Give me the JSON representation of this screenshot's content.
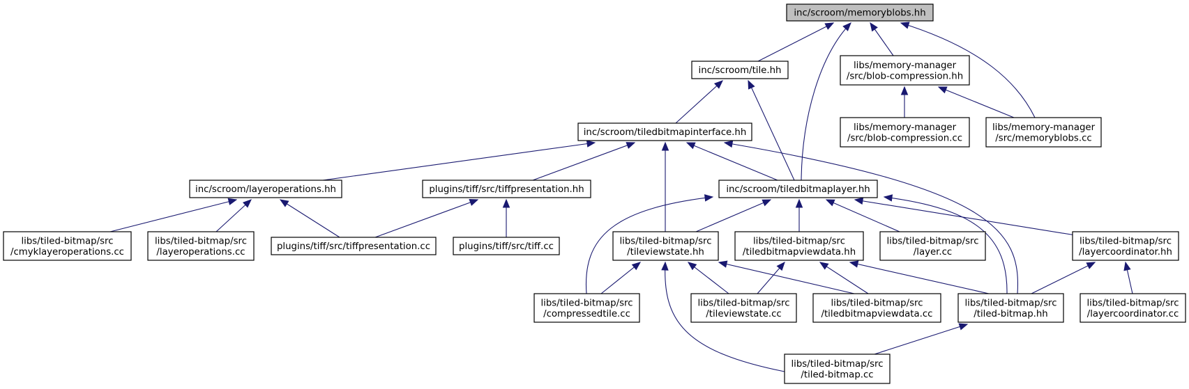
{
  "diagram": {
    "type": "include-dependency-graph",
    "colors": {
      "edge": "#191970",
      "root_fill": "#bfbfbf",
      "node_fill": "#ffffff",
      "node_border": "#000000"
    },
    "nodes": [
      {
        "id": "memoryblobs_hh",
        "lines": [
          "inc/scroom/memoryblobs.hh"
        ],
        "root": true
      },
      {
        "id": "tile_hh",
        "lines": [
          "inc/scroom/tile.hh"
        ]
      },
      {
        "id": "blobcomp_hh",
        "lines": [
          "libs/memory-manager",
          "/src/blob-compression.hh"
        ]
      },
      {
        "id": "blobcomp_cc",
        "lines": [
          "libs/memory-manager",
          "/src/blob-compression.cc"
        ]
      },
      {
        "id": "memoryblobs_cc",
        "lines": [
          "libs/memory-manager",
          "/src/memoryblobs.cc"
        ]
      },
      {
        "id": "tbi_hh",
        "lines": [
          "inc/scroom/tiledbitmapinterface.hh"
        ]
      },
      {
        "id": "layerops_hh",
        "lines": [
          "inc/scroom/layeroperations.hh"
        ]
      },
      {
        "id": "tiffpres_hh",
        "lines": [
          "plugins/tiff/src/tiffpresentation.hh"
        ]
      },
      {
        "id": "tbl_hh",
        "lines": [
          "inc/scroom/tiledbitmaplayer.hh"
        ]
      },
      {
        "id": "cmyk_cc",
        "lines": [
          "libs/tiled-bitmap/src",
          "/cmyklayeroperations.cc"
        ]
      },
      {
        "id": "layerops_cc",
        "lines": [
          "libs/tiled-bitmap/src",
          "/layeroperations.cc"
        ]
      },
      {
        "id": "tiffpres_cc",
        "lines": [
          "plugins/tiff/src/tiffpresentation.cc"
        ]
      },
      {
        "id": "tiff_cc",
        "lines": [
          "plugins/tiff/src/tiff.cc"
        ]
      },
      {
        "id": "tvs_hh",
        "lines": [
          "libs/tiled-bitmap/src",
          "/tileviewstate.hh"
        ]
      },
      {
        "id": "tbvd_hh",
        "lines": [
          "libs/tiled-bitmap/src",
          "/tiledbitmapviewdata.hh"
        ]
      },
      {
        "id": "layer_cc",
        "lines": [
          "libs/tiled-bitmap/src",
          "/layer.cc"
        ]
      },
      {
        "id": "lc_hh",
        "lines": [
          "libs/tiled-bitmap/src",
          "/layercoordinator.hh"
        ]
      },
      {
        "id": "ct_cc",
        "lines": [
          "libs/tiled-bitmap/src",
          "/compressedtile.cc"
        ]
      },
      {
        "id": "tvs_cc",
        "lines": [
          "libs/tiled-bitmap/src",
          "/tileviewstate.cc"
        ]
      },
      {
        "id": "tbvd_cc",
        "lines": [
          "libs/tiled-bitmap/src",
          "/tiledbitmapviewdata.cc"
        ]
      },
      {
        "id": "tb_hh",
        "lines": [
          "libs/tiled-bitmap/src",
          "/tiled-bitmap.hh"
        ]
      },
      {
        "id": "lc_cc",
        "lines": [
          "libs/tiled-bitmap/src",
          "/layercoordinator.cc"
        ]
      },
      {
        "id": "tb_cc",
        "lines": [
          "libs/tiled-bitmap/src",
          "/tiled-bitmap.cc"
        ]
      }
    ],
    "edges": [
      {
        "from": "tile_hh",
        "to": "memoryblobs_hh"
      },
      {
        "from": "tbl_hh",
        "to": "memoryblobs_hh"
      },
      {
        "from": "blobcomp_hh",
        "to": "memoryblobs_hh"
      },
      {
        "from": "memoryblobs_cc",
        "to": "memoryblobs_hh"
      },
      {
        "from": "tbi_hh",
        "to": "tile_hh"
      },
      {
        "from": "tbl_hh",
        "to": "tile_hh"
      },
      {
        "from": "blobcomp_cc",
        "to": "blobcomp_hh"
      },
      {
        "from": "memoryblobs_cc",
        "to": "blobcomp_hh"
      },
      {
        "from": "layerops_hh",
        "to": "tbi_hh"
      },
      {
        "from": "tiffpres_hh",
        "to": "tbi_hh"
      },
      {
        "from": "tvs_hh",
        "to": "tbi_hh"
      },
      {
        "from": "tbl_hh",
        "to": "tbi_hh"
      },
      {
        "from": "tb_hh",
        "to": "tbi_hh"
      },
      {
        "from": "cmyk_cc",
        "to": "layerops_hh"
      },
      {
        "from": "layerops_cc",
        "to": "layerops_hh"
      },
      {
        "from": "tiffpres_cc",
        "to": "layerops_hh"
      },
      {
        "from": "tiffpres_cc",
        "to": "tiffpres_hh"
      },
      {
        "from": "tiff_cc",
        "to": "tiffpres_hh"
      },
      {
        "from": "ct_cc",
        "to": "tbl_hh"
      },
      {
        "from": "tvs_hh",
        "to": "tbl_hh"
      },
      {
        "from": "tbvd_hh",
        "to": "tbl_hh"
      },
      {
        "from": "layer_cc",
        "to": "tbl_hh"
      },
      {
        "from": "lc_hh",
        "to": "tbl_hh"
      },
      {
        "from": "tb_hh",
        "to": "tbl_hh"
      },
      {
        "from": "ct_cc",
        "to": "tvs_hh"
      },
      {
        "from": "tvs_cc",
        "to": "tvs_hh"
      },
      {
        "from": "tbvd_cc",
        "to": "tvs_hh"
      },
      {
        "from": "tb_cc",
        "to": "tvs_hh"
      },
      {
        "from": "tvs_cc",
        "to": "tbvd_hh"
      },
      {
        "from": "tbvd_cc",
        "to": "tbvd_hh"
      },
      {
        "from": "tb_hh",
        "to": "tbvd_hh"
      },
      {
        "from": "tb_hh",
        "to": "lc_hh"
      },
      {
        "from": "lc_cc",
        "to": "lc_hh"
      },
      {
        "from": "tb_cc",
        "to": "tb_hh"
      }
    ]
  }
}
